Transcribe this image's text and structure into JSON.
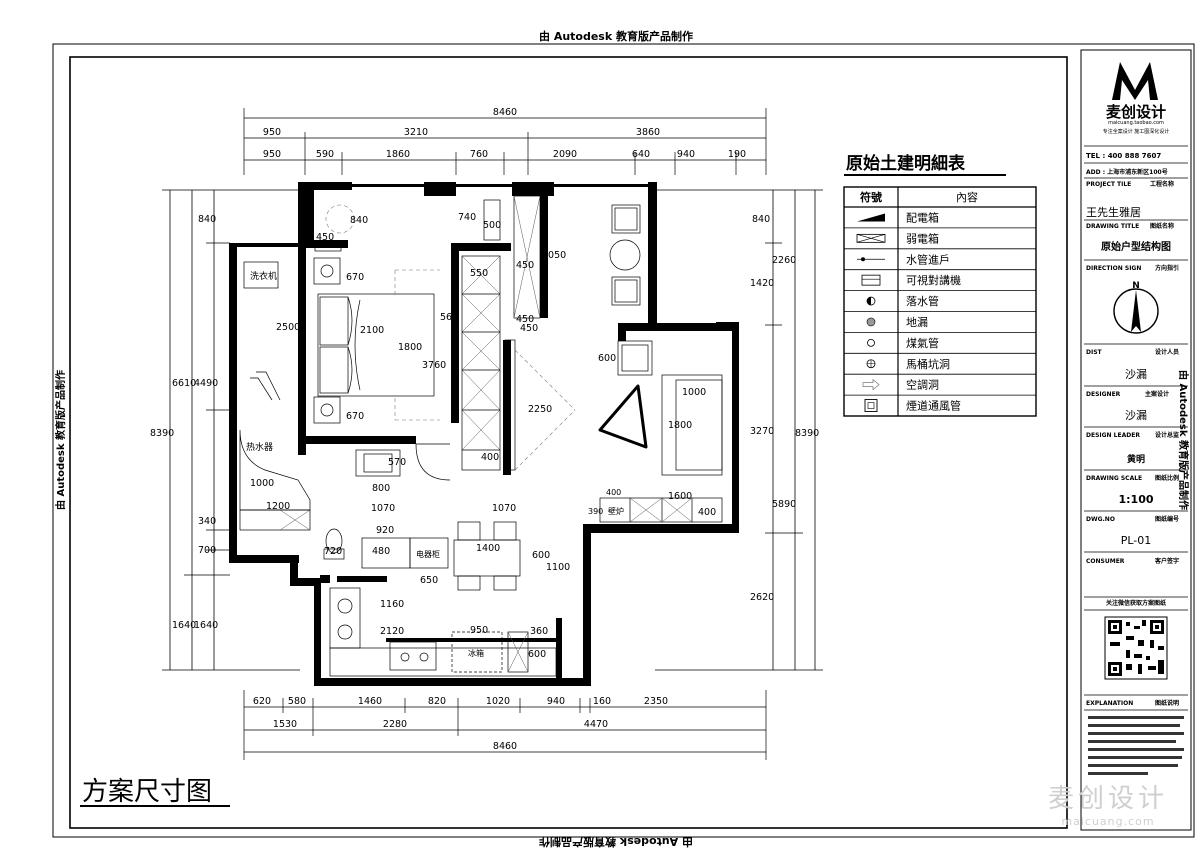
{
  "header": {
    "watermark_top": "由 Autodesk 教育版产品制作",
    "watermark_bottom": "由 Autodesk 教育版产品制作",
    "watermark_left": "由 Autodesk 教育版产品制作",
    "watermark_right": "由 Autodesk 教育版产品制作"
  },
  "drawing": {
    "title": "方案尺寸图",
    "top_dims": {
      "total": "8460",
      "row2": [
        "950",
        "3210",
        "3860"
      ],
      "row3": [
        "950",
        "590",
        "1860",
        "760",
        "2090",
        "640",
        "940",
        "190"
      ]
    },
    "bottom_dims": {
      "row1": [
        "620",
        "580",
        "1460",
        "820",
        "1020",
        "940",
        "160",
        "2350"
      ],
      "row2": [
        "1530",
        "2280",
        "4470"
      ],
      "total": "8460"
    },
    "left_dims": [
      "840",
      "6610",
      "4490",
      "2500",
      "1000",
      "340",
      "700",
      "8390",
      "1640",
      "1640"
    ],
    "right_dims": [
      "840",
      "2260",
      "1420",
      "3270",
      "8390",
      "5890",
      "2620"
    ],
    "room_dims": [
      "840",
      "450",
      "670",
      "2100",
      "1800",
      "670",
      "560",
      "3760",
      "550",
      "740",
      "500",
      "450",
      "2050",
      "450",
      "450",
      "2250",
      "400",
      "1070",
      "1070",
      "570",
      "800",
      "1200",
      "920",
      "1400",
      "600",
      "480",
      "650",
      "1100",
      "1160",
      "2120",
      "950",
      "360",
      "600",
      "720",
      "600",
      "1000",
      "1800",
      "1600",
      "400",
      "400",
      "390"
    ],
    "labels": {
      "washer": "洗衣机",
      "water_heater": "热水器",
      "wall_hung_boiler": "壁炉",
      "cabinet": "电器柜",
      "fridge": "冰箱"
    }
  },
  "legend": {
    "title": "原始土建明細表",
    "col_symbol": "符號",
    "col_content": "內容",
    "items": [
      {
        "icon": "distribution-box-icon",
        "label": "配電箱"
      },
      {
        "icon": "weak-current-box-icon",
        "label": "弱電箱"
      },
      {
        "icon": "water-inlet-icon",
        "label": "水管進戶"
      },
      {
        "icon": "intercom-icon",
        "label": "可視對講機"
      },
      {
        "icon": "downpipe-icon",
        "label": "落水管"
      },
      {
        "icon": "floor-drain-icon",
        "label": "地漏"
      },
      {
        "icon": "gas-pipe-icon",
        "label": "煤氣管"
      },
      {
        "icon": "toilet-pit-icon",
        "label": "馬桶坑洞"
      },
      {
        "icon": "ac-hole-icon",
        "label": "空調洞"
      },
      {
        "icon": "flue-icon",
        "label": "煙道通風管"
      }
    ]
  },
  "title_block": {
    "brand": "麦创设计",
    "brand_sub": "maicuang.taobao.com",
    "tagline": "专注全案设计 施工图深化设计",
    "tel": "TEL : 400 888 7607",
    "add": "ADD : 上海市浦东新区100号",
    "project_title_label": "PROJECT TILE",
    "project_title_label_cn": "工程名称",
    "project_name": "王先生雅居",
    "drawing_title_label": "DRAWING TITLE",
    "drawing_title_label_cn": "图纸名称",
    "drawing_name": "原始户型结构图",
    "direction_label": "DIRECTION SIGN",
    "direction_label_cn": "方向指引",
    "north": "N",
    "dist_label": "DIST",
    "dist_label_cn": "设计人员",
    "dist_name": "沙漏",
    "designer_label": "DESIGNER",
    "designer_label_cn": "主案设计",
    "designer_name": "沙漏",
    "design_leader_label": "DESIGN LEADER",
    "design_leader_label_cn": "设计总监",
    "design_leader_name": "黄明",
    "scale_label": "DRAWING SCALE",
    "scale_label_cn": "图纸比例",
    "scale": "1:100",
    "dwg_label": "DWG.NO",
    "dwg_label_cn": "图纸编号",
    "dwg_no": "PL-01",
    "consumer_label": "CONSUMER",
    "consumer_label_cn": "客户签字",
    "qr_caption": "关注微信获取方案图纸",
    "explanation_label": "EXPLANATION",
    "explanation_label_cn": "图纸说明",
    "footer": "麦创设计",
    "footer_sub": "maicuang.com"
  }
}
